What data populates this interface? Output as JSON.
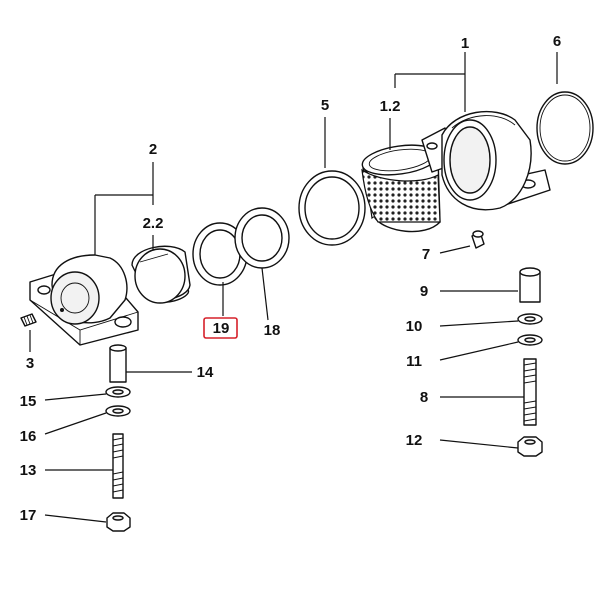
{
  "highlight_color": "#d6202a",
  "highlighted_label": "19",
  "labels": {
    "p1": "1",
    "p1_2": "1.2",
    "p2": "2",
    "p2_2": "2.2",
    "p3": "3",
    "p5": "5",
    "p6": "6",
    "p7": "7",
    "p8": "8",
    "p9": "9",
    "p10": "10",
    "p11": "11",
    "p12": "12",
    "p13": "13",
    "p14": "14",
    "p15": "15",
    "p16": "16",
    "p17": "17",
    "p18": "18",
    "p19": "19"
  }
}
